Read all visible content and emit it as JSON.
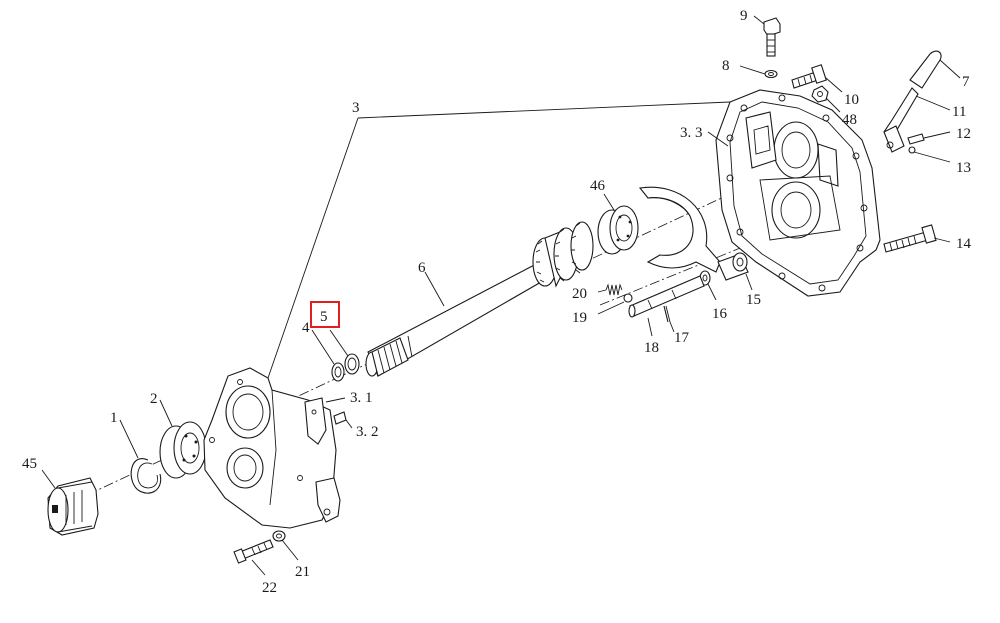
{
  "highlight_color": "#e0201e",
  "line_color": "#1a1a1a",
  "highlighted_label": "5",
  "labels": {
    "l1": "1",
    "l2": "2",
    "l3": "3",
    "l3_1": "3. 1",
    "l3_2": "3. 2",
    "l3_3": "3. 3",
    "l4": "4",
    "l5": "5",
    "l6": "6",
    "l7": "7",
    "l8": "8",
    "l9": "9",
    "l10": "10",
    "l11": "11",
    "l12": "12",
    "l13": "13",
    "l14": "14",
    "l15": "15",
    "l16": "16",
    "l17": "17",
    "l18": "18",
    "l19": "19",
    "l20": "20",
    "l21": "21",
    "l22": "22",
    "l45": "45",
    "l46": "46",
    "l48": "48"
  }
}
